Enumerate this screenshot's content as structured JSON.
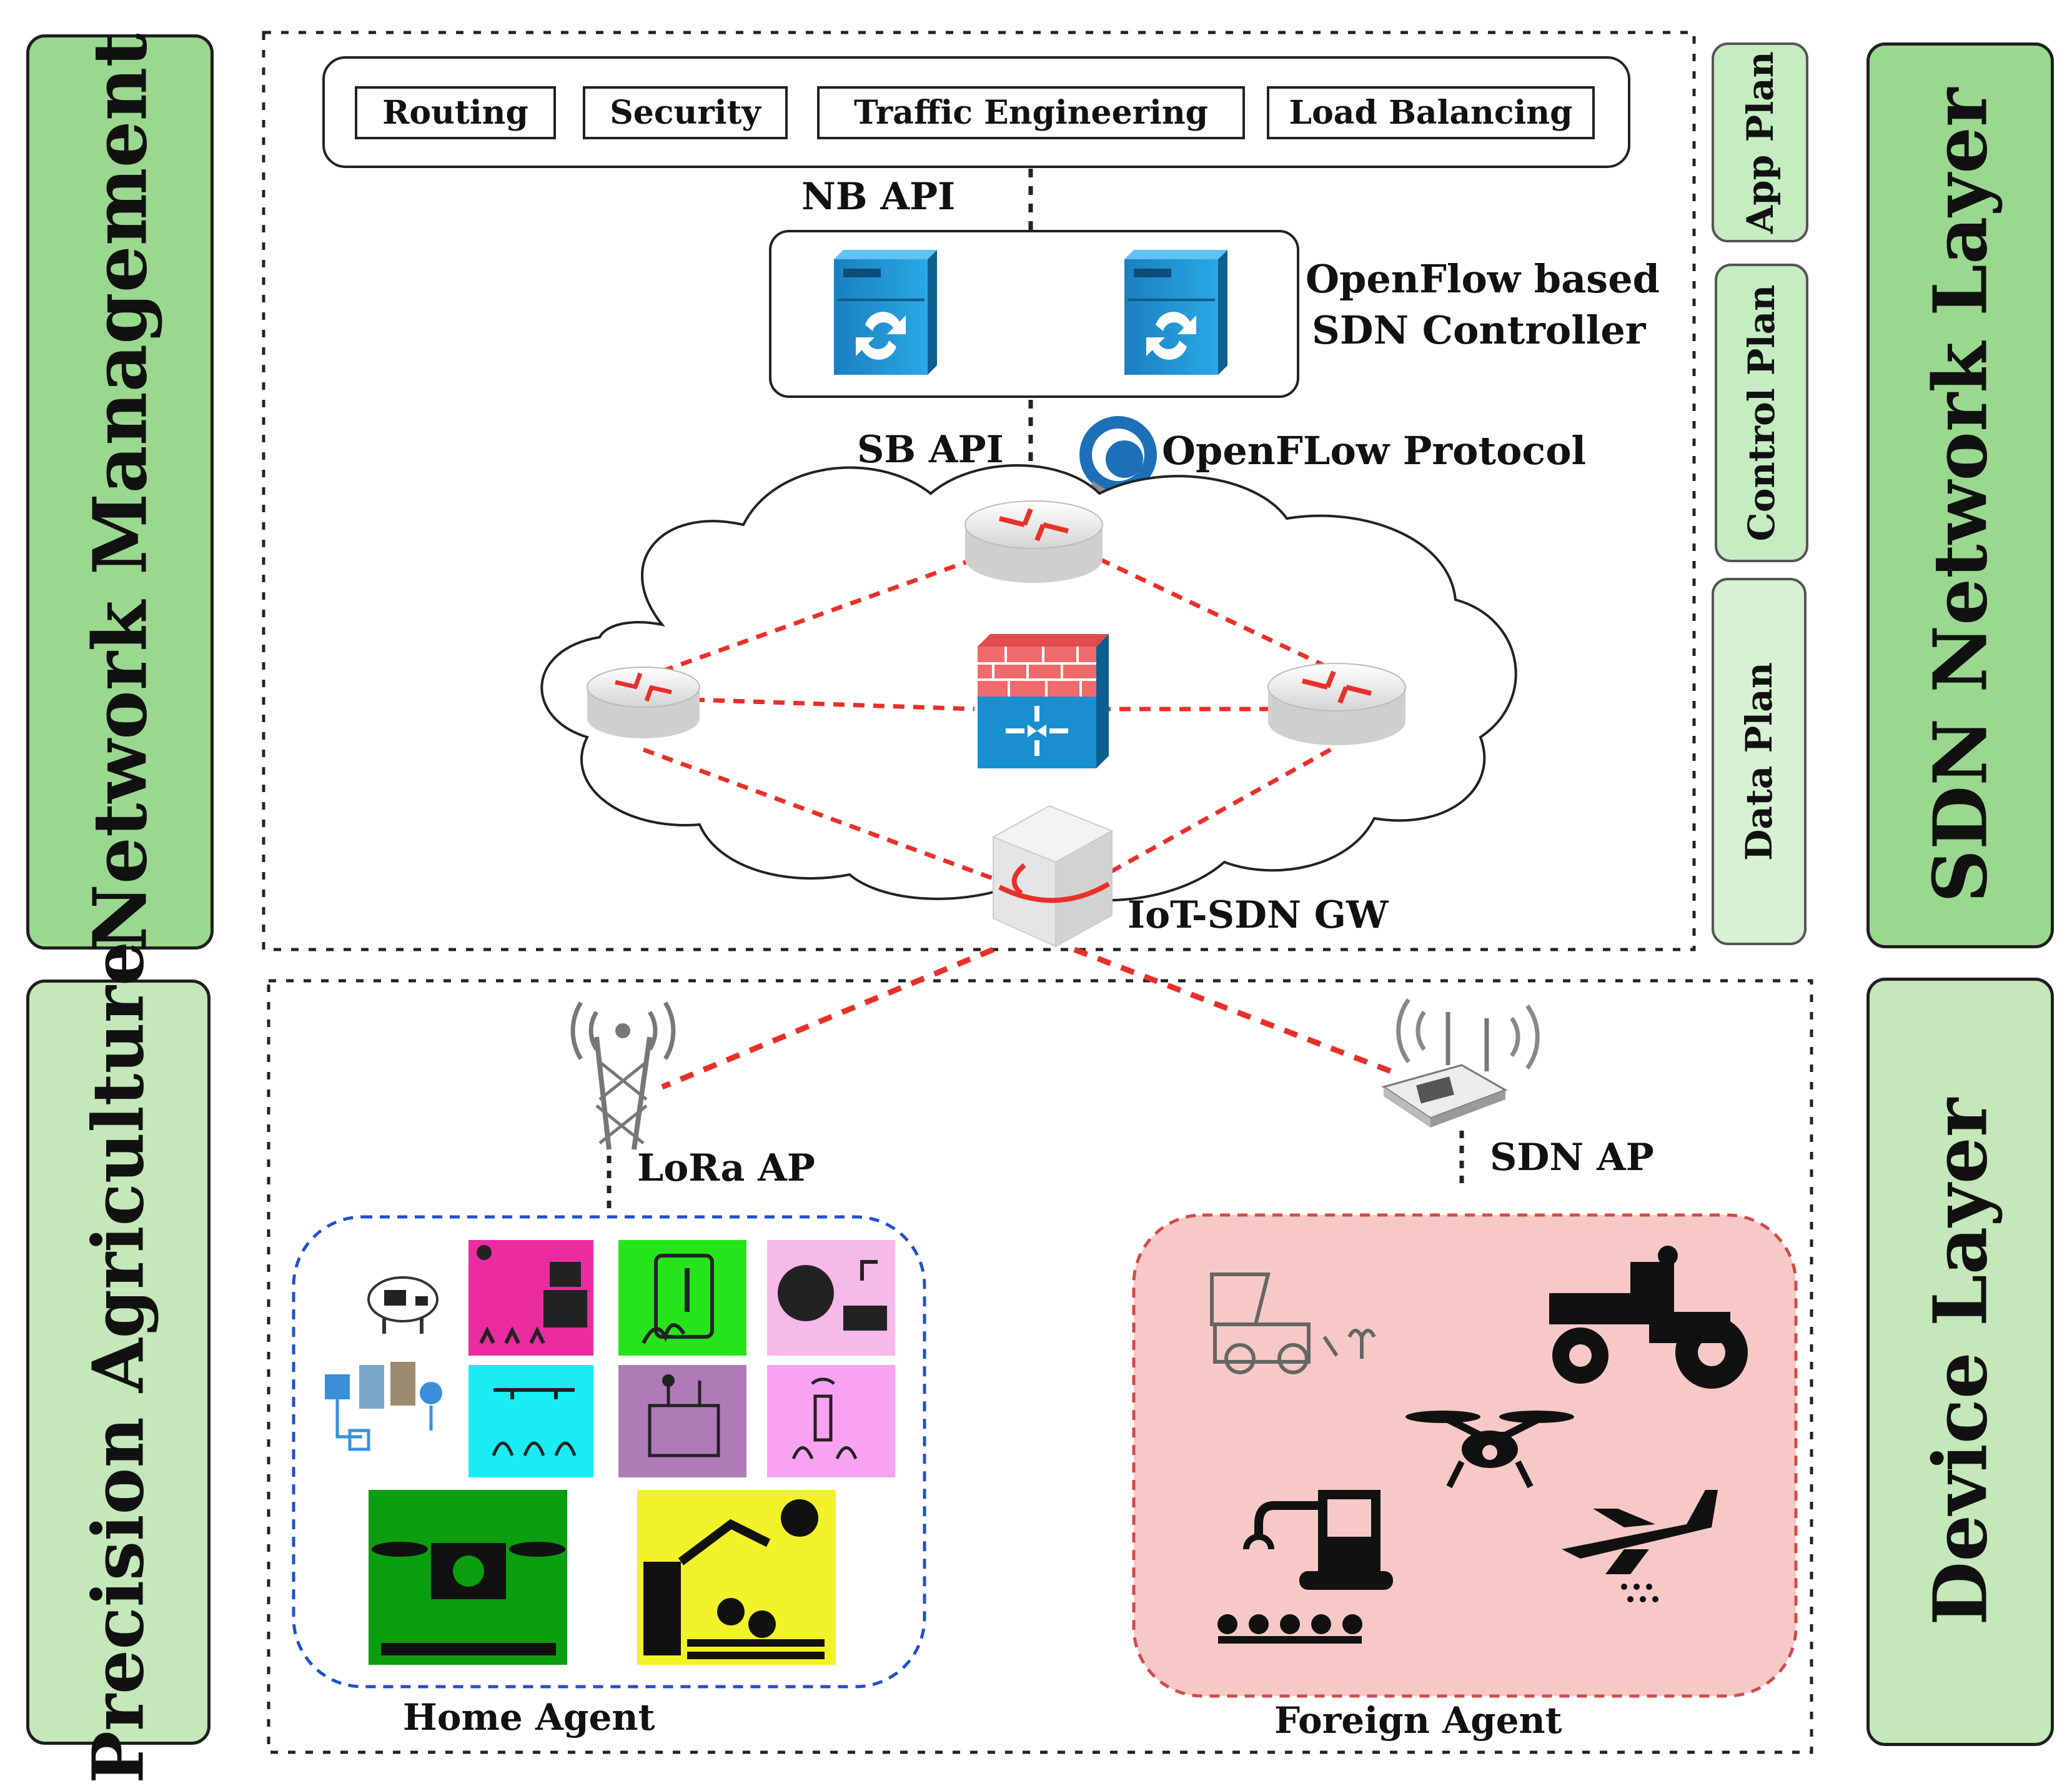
{
  "side_labels": {
    "network_management": "Network Management",
    "precision_agriculture": "Precision Agriculture",
    "sdn_network_layer": "SDN Network Layer",
    "device_layer": "Device Layer"
  },
  "planes": {
    "app": "App Plan",
    "control": "Control Plan",
    "data": "Data Plan"
  },
  "applications": [
    "Routing",
    "Security",
    "Traffic Engineering",
    "Load Balancing"
  ],
  "labels": {
    "nb_api": "NB API",
    "sb_api": "SB API",
    "controller_line1": "OpenFlow based",
    "controller_line2": "SDN Controller",
    "protocol": "OpenFLow Protocol",
    "gateway": "IoT-SDN GW",
    "lora_ap": "LoRa AP",
    "sdn_ap": "SDN AP",
    "home_agent": "Home Agent",
    "foreign_agent": "Foreign Agent"
  },
  "colors": {
    "side_green": "#9bd88f",
    "plane_green": "#c6ecc2",
    "link_red": "#e8302a",
    "home_border": "#1f4fd0",
    "foreign_fill": "#f7c9c6",
    "foreign_border": "#d24a4a",
    "controller_blue": "#1e95d4"
  },
  "icons": [
    "server-icon",
    "router-icon",
    "firewall-icon",
    "gateway-cube-icon",
    "tower-icon",
    "wifi-router-icon",
    "openflow-logo-icon",
    "harvester-icon",
    "tractor-icon",
    "drone-icon",
    "robot-arm-icon",
    "crop-plane-icon"
  ]
}
